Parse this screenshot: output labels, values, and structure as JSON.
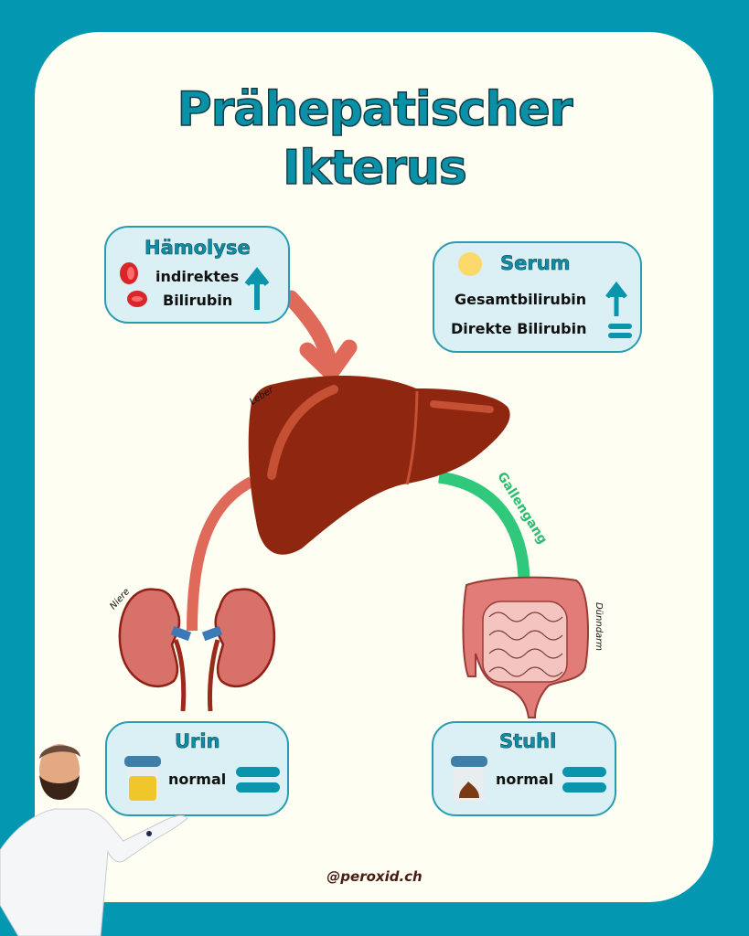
{
  "title": {
    "line1": "Prähepatischer",
    "line2": "Ikterus"
  },
  "colors": {
    "frame": "#0397b2",
    "card": "#fffef2",
    "accent": "#0a91a8",
    "liver": "#8f2710",
    "vessel": "#e06a5a",
    "bile_duct": "#30c97c",
    "box_bg": "#daf0f4"
  },
  "haemolysis_box": {
    "title": "Hämolyse",
    "line1": "indirektes",
    "line2": "Bilirubin",
    "icon": "red-blood-cells-icon",
    "indicator": "arrow-up"
  },
  "serum_box": {
    "title": "Serum",
    "icon": "yellow-serum-dot-icon",
    "rows": [
      {
        "label": "Gesamtbilirubin",
        "indicator": "arrow-up"
      },
      {
        "label": "Direkte Bilirubin",
        "indicator": "equal"
      }
    ]
  },
  "organs": {
    "liver": "Leber",
    "kidney": "Niere",
    "bile_duct": "Gallengang",
    "intestine": "Dünndarm"
  },
  "urine_box": {
    "title": "Urin",
    "value": "normal",
    "icon": "urine-cup-icon",
    "indicator": "equal"
  },
  "stool_box": {
    "title": "Stuhl",
    "value": "normal",
    "icon": "stool-cup-icon",
    "indicator": "equal"
  },
  "footer": {
    "handle": "@peroxid.ch"
  }
}
